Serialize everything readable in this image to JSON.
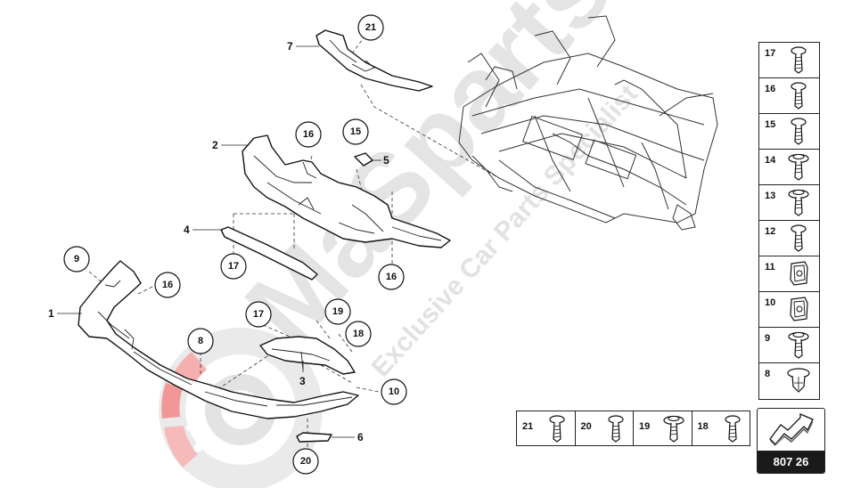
{
  "watermark": {
    "brand": "MaSparts",
    "tagline": "Exclusive Car Parts Specialist"
  },
  "callouts": [
    {
      "id": "c7",
      "label": "7"
    },
    {
      "id": "c2",
      "label": "2"
    },
    {
      "id": "c5",
      "label": "5"
    },
    {
      "id": "c4",
      "label": "4"
    },
    {
      "id": "c1",
      "label": "1"
    },
    {
      "id": "c3",
      "label": "3"
    },
    {
      "id": "c6",
      "label": "6"
    }
  ],
  "bubbles": [
    {
      "id": "b21",
      "label": "21"
    },
    {
      "id": "b16a",
      "label": "16"
    },
    {
      "id": "b15",
      "label": "15"
    },
    {
      "id": "b17a",
      "label": "17"
    },
    {
      "id": "b16b",
      "label": "16"
    },
    {
      "id": "b9",
      "label": "9"
    },
    {
      "id": "b16c",
      "label": "16"
    },
    {
      "id": "b17b",
      "label": "17"
    },
    {
      "id": "b19",
      "label": "19"
    },
    {
      "id": "b18",
      "label": "18"
    },
    {
      "id": "b8",
      "label": "8"
    },
    {
      "id": "b10",
      "label": "10"
    },
    {
      "id": "b20",
      "label": "20"
    }
  ],
  "side_legend": [
    {
      "number": "17",
      "icon": "screw-icon"
    },
    {
      "number": "16",
      "icon": "screw-icon"
    },
    {
      "number": "15",
      "icon": "screw-icon"
    },
    {
      "number": "14",
      "icon": "flange-screw-icon"
    },
    {
      "number": "13",
      "icon": "flange-screw-icon"
    },
    {
      "number": "12",
      "icon": "screw-icon"
    },
    {
      "number": "11",
      "icon": "clip-nut-icon"
    },
    {
      "number": "10",
      "icon": "clip-nut-icon"
    },
    {
      "number": "9",
      "icon": "flange-screw-icon"
    },
    {
      "number": "8",
      "icon": "expansion-rivet-icon"
    }
  ],
  "bottom_legend": [
    {
      "number": "21",
      "icon": "screw-icon"
    },
    {
      "number": "20",
      "icon": "screw-icon"
    },
    {
      "number": "19",
      "icon": "flange-screw-icon"
    },
    {
      "number": "18",
      "icon": "screw-icon"
    }
  ],
  "navigation": {
    "code": "807 26",
    "icon": "next-diagram-arrow-icon"
  }
}
